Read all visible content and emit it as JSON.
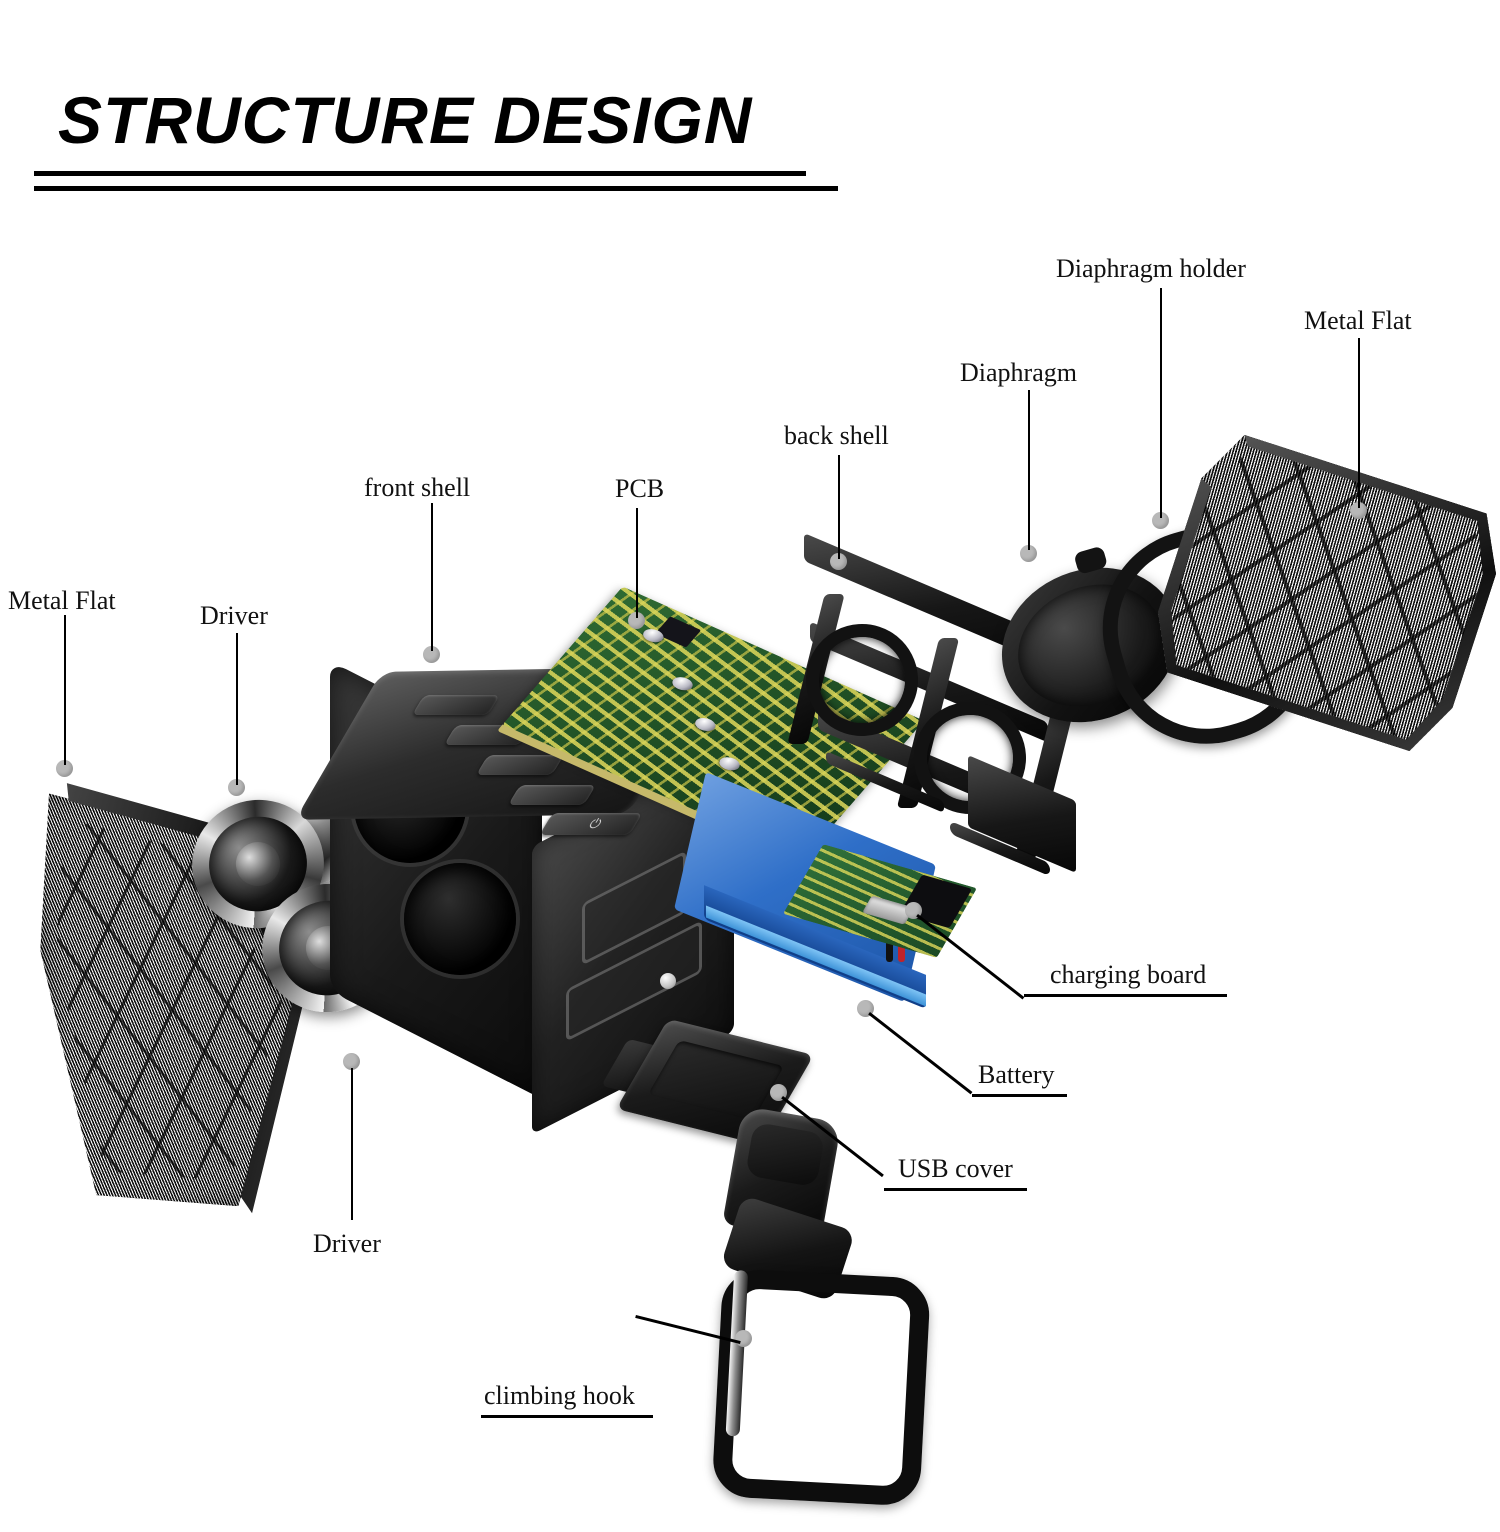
{
  "header": {
    "title": "STRUCTURE DESIGN"
  },
  "callouts": [
    {
      "id": "metal-flat-left",
      "label": "Metal Flat"
    },
    {
      "id": "driver-top",
      "label": "Driver"
    },
    {
      "id": "front-shell",
      "label": "front shell"
    },
    {
      "id": "pcb",
      "label": "PCB"
    },
    {
      "id": "back-shell",
      "label": "back shell"
    },
    {
      "id": "diaphragm",
      "label": "Diaphragm"
    },
    {
      "id": "diaphragm-holder",
      "label": "Diaphragm holder"
    },
    {
      "id": "metal-flat-right",
      "label": "Metal Flat"
    },
    {
      "id": "charging-board",
      "label": "charging board"
    },
    {
      "id": "battery",
      "label": "Battery"
    },
    {
      "id": "usb-cover",
      "label": "USB cover"
    },
    {
      "id": "driver-bottom",
      "label": "Driver"
    },
    {
      "id": "climbing-hook",
      "label": "climbing hook"
    }
  ],
  "colors": {
    "background": "#ffffff",
    "text": "#111111",
    "leader_line": "#000000",
    "callout_dot": "#b8b8b8",
    "pcb_green": "#2f6b33",
    "pcb_trace": "#ded85a",
    "battery_blue": "#2f6fc8",
    "shell_black": "#1a1a1a",
    "chrome": "#d8d8d8"
  }
}
